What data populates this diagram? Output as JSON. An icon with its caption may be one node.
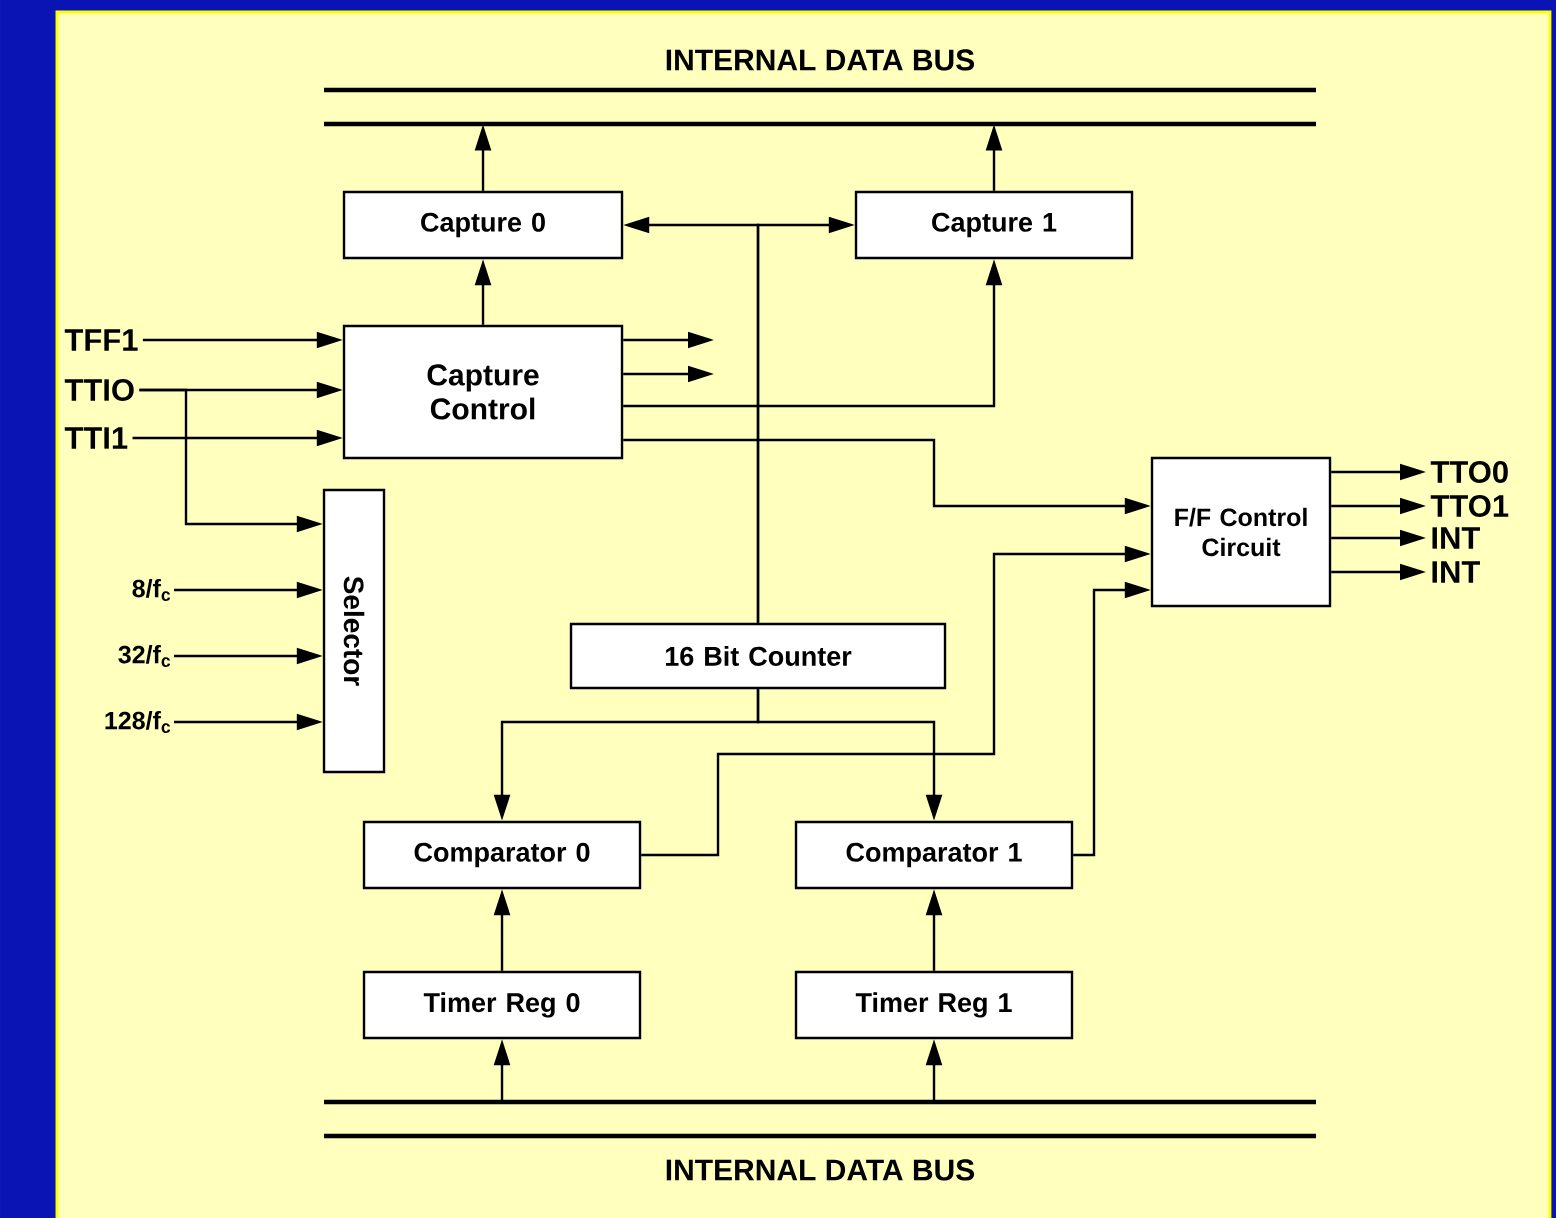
{
  "diagram": {
    "nodes": [
      {
        "text": [
          "INTERNAL DATA BUS"
        ]
      },
      {
        "text": [
          "Capture 0"
        ]
      },
      {
        "text": [
          "Capture 1"
        ]
      },
      {
        "text": [
          "TFF1"
        ]
      },
      {
        "text": [
          "TTIO"
        ]
      },
      {
        "text": [
          "TTI1"
        ]
      },
      {
        "text": [
          "Capture Control"
        ]
      },
      {
        "text": [
          "Selector"
        ]
      },
      {
        "text": [
          "8/f$_{c}$"
        ]
      },
      {
        "text": [
          "32/f$_{c}$"
        ]
      },
      {
        "text": [
          "128/f$_{c}$"
        ]
      },
      {
        "text": [
          "F/F Control Circuit"
        ]
      },
      {
        "text": [
          "TTO0"
        ]
      },
      {
        "text": [
          "TTO1"
        ]
      },
      {
        "text": [
          "INT"
        ]
      },
      {
        "text": [
          "INT"
        ]
      },
      {
        "text": [
          "16 Bit Counter"
        ]
      },
      {
        "text": [
          "Comparator 0"
        ]
      },
      {
        "text": [
          "Comparator 1"
        ]
      },
      {
        "text": [
          "Timer Reg 0"
        ]
      },
      {
        "text": [
          "Timer Reg 1"
        ]
      },
      {
        "text": [
          "INTERNAL DATA BUS"
        ]
      }
    ],
    "edges": [
      {
        "from": 1,
        "to": 0,
        "arrow": "to"
      },
      {
        "from": 2,
        "to": 0,
        "arrow": "to"
      },
      {
        "from": 6,
        "to": 1,
        "arrow": "to"
      },
      {
        "from": 16,
        "to": 1,
        "arrow": "to"
      },
      {
        "from": 16,
        "to": 2,
        "arrow": "to"
      },
      {
        "from": 3,
        "to": 6,
        "arrow": "to"
      },
      {
        "from": 4,
        "to": 6,
        "arrow": "to"
      },
      {
        "from": 5,
        "to": 6,
        "arrow": "to"
      },
      {
        "from": 4,
        "to": 7,
        "arrow": "to"
      },
      {
        "from": 8,
        "to": 7,
        "arrow": "to"
      },
      {
        "from": 9,
        "to": 7,
        "arrow": "to"
      },
      {
        "from": 10,
        "to": 7,
        "arrow": "to"
      },
      {
        "from": 6,
        "to": 2,
        "arrow": "to"
      },
      {
        "from": 6,
        "to": 11,
        "arrow": "to"
      },
      {
        "from": 6,
        "to": null,
        "arrow": "to"
      },
      {
        "from": 6,
        "to": null,
        "arrow": "to"
      },
      {
        "from": 17,
        "to": 11,
        "arrow": "to"
      },
      {
        "from": 18,
        "to": 11,
        "arrow": "to"
      },
      {
        "from": 16,
        "to": 17,
        "arrow": "to"
      },
      {
        "from": 16,
        "to": 18,
        "arrow": "to"
      },
      {
        "from": 19,
        "to": 17,
        "arrow": "to"
      },
      {
        "from": 20,
        "to": 18,
        "arrow": "to"
      },
      {
        "from": 21,
        "to": 19,
        "arrow": "to"
      },
      {
        "from": 21,
        "to": 20,
        "arrow": "to"
      },
      {
        "from": 11,
        "to": 12,
        "arrow": "to"
      },
      {
        "from": 11,
        "to": 13,
        "arrow": "to"
      },
      {
        "from": 11,
        "to": 14,
        "arrow": "to"
      },
      {
        "from": 11,
        "to": 15,
        "arrow": "to"
      }
    ]
  }
}
